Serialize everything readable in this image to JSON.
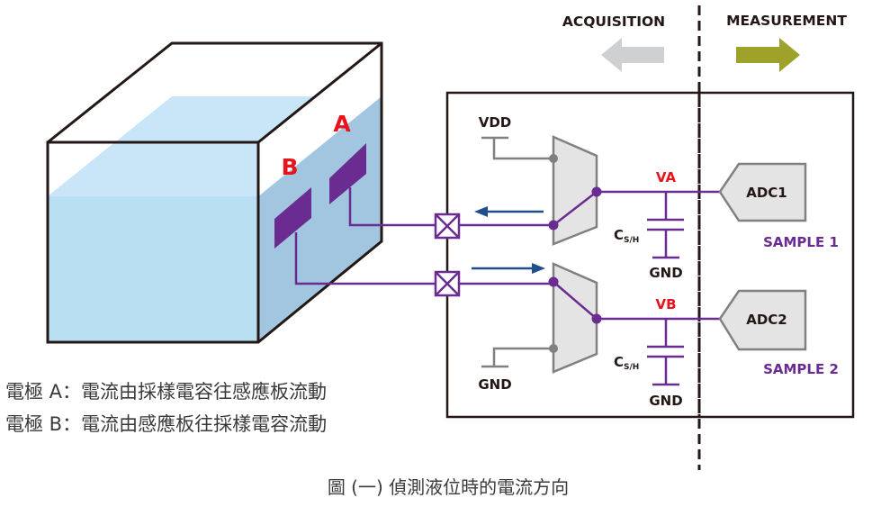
{
  "header": {
    "acquisition_label": "ACQUISITION",
    "measurement_label": "MEASUREMENT"
  },
  "tank": {
    "electrode_a_label": "A",
    "electrode_b_label": "B"
  },
  "circuit": {
    "vdd_label": "VDD",
    "gnd_mux_label": "GND",
    "va_label": "VA",
    "vb_label": "VB",
    "cap_label_main": "C",
    "cap_label_sub": "S/H",
    "cap_gnd_label": "GND",
    "adc1_label": "ADC1",
    "adc2_label": "ADC2",
    "sample1_label": "SAMPLE 1",
    "sample2_label": "SAMPLE 2"
  },
  "legend": {
    "line_a": "電極 A：電流由採樣電容往感應板流動",
    "line_b": "電極 B：電流由感應板往採樣電容流動"
  },
  "caption": "圖 (一) 偵測液位時的電流方向",
  "colors": {
    "purple": "#6a2c91",
    "red": "#e8141c",
    "arrow_blue": "#1f4e8c",
    "acq_arrow": "#cfd0d2",
    "meas_arrow": "#9ea12a",
    "water_front": "#b8dff2",
    "water_side": "#a3c6e0",
    "water_top": "#c8e6f7",
    "gray": "#808080",
    "mux_fill": "#e4e4e4"
  }
}
